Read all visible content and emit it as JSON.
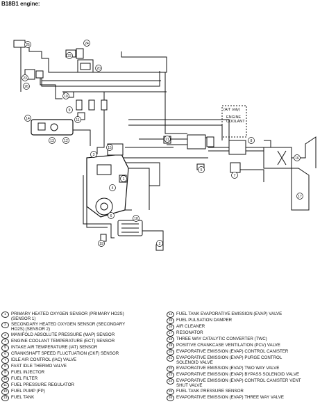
{
  "title": "B18B1 engine:",
  "diagram": {
    "callouts": [
      "1",
      "2",
      "3",
      "4",
      "5",
      "6",
      "7",
      "8",
      "9",
      "10",
      "11",
      "12",
      "13",
      "14",
      "15",
      "16",
      "17",
      "18",
      "19",
      "20",
      "21",
      "22",
      "23",
      "24",
      "25",
      "26"
    ],
    "inset_label": "(A/T only)",
    "coolant_label": "ENGINE\nCOOLANT"
  },
  "legend_left": [
    {
      "num": "1",
      "text": "PRIMARY HEATED OXYGEN SENSOR (PRIMARY HO2S)\n(SENSOR 1)"
    },
    {
      "num": "2",
      "text": "SECONDARY HEATED OXYGEN SENSOR (SECONDARY\nHO2S) (SENSOR 2)"
    },
    {
      "num": "3",
      "text": "MANIFOLD ABSOLUTE PRESSURE (MAP) SENSOR"
    },
    {
      "num": "4",
      "text": "ENGINE COOLANT TEMPERATURE (ECT) SENSOR"
    },
    {
      "num": "5",
      "text": "INTAKE AIR TEMPERATURE (IAT) SENSOR"
    },
    {
      "num": "6",
      "text": "CRANKSHAFT SPEED FLUCTUATION (CKF) SENSOR"
    },
    {
      "num": "7",
      "text": "IDLE AIR CONTROL (IAC) VALVE"
    },
    {
      "num": "8",
      "text": "FAST IDLE THERMO VALVE"
    },
    {
      "num": "9",
      "text": "FUEL INJECTOR"
    },
    {
      "num": "10",
      "text": "FUEL FILTER"
    },
    {
      "num": "11",
      "text": "FUEL PRESSURE REGULATOR"
    },
    {
      "num": "12",
      "text": "FUEL PUMP (FP)"
    },
    {
      "num": "13",
      "text": "FUEL TANK"
    }
  ],
  "legend_right": [
    {
      "num": "14",
      "text": "FUEL TANK EVAPORATIVE EMISSION (EVAP) VALVE"
    },
    {
      "num": "15",
      "text": "FUEL PULSATION DAMPER"
    },
    {
      "num": "16",
      "text": "AIR CLEANER"
    },
    {
      "num": "17",
      "text": "RESONATOR"
    },
    {
      "num": "18",
      "text": "THREE WAY CATALYTIC CONVERTER (TWC)"
    },
    {
      "num": "19",
      "text": "POSITIVE CRANKCASE VENTILATION (PCV) VALVE"
    },
    {
      "num": "20",
      "text": "EVAPORATIVE EMISSION (EVAP) CONTROL CANISTER"
    },
    {
      "num": "21",
      "text": "EVAPORATIVE EMISSION (EVAP) PURGE CONTROL\nSOLENOID VALVE"
    },
    {
      "num": "22",
      "text": "EVAPORATIVE EMISSION (EVAP) TWO WAY VALVE"
    },
    {
      "num": "23",
      "text": "EVAPORATIVE EMISSION (EVAP) BYPASS SOLENOID VALVE"
    },
    {
      "num": "24",
      "text": "EVAPORATIVE EMISSION (EVAP) CONTROL CANISTER VENT\nSHUT VALVE"
    },
    {
      "num": "25",
      "text": "FUEL TANK PRESSURE SENSOR"
    },
    {
      "num": "26",
      "text": "EVAPORATIVE EMISSION (EVAP) THREE WAY VALVE"
    }
  ]
}
